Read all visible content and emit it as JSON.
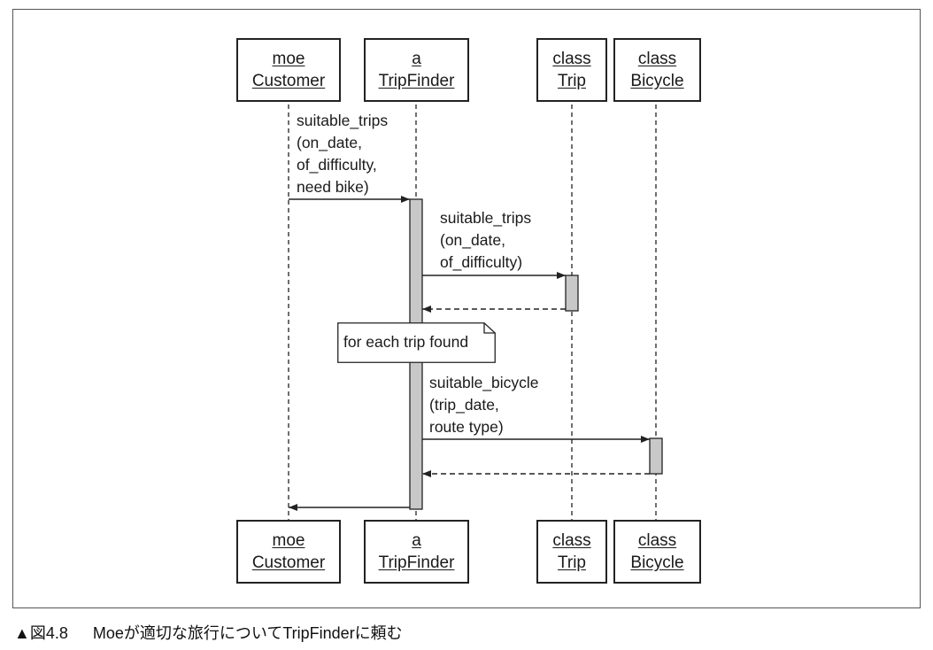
{
  "participants": [
    {
      "id": "customer",
      "line1": "moe",
      "line2": "Customer"
    },
    {
      "id": "tripfinder",
      "line1": "a",
      "line2": "TripFinder"
    },
    {
      "id": "trip",
      "line1": "class",
      "line2": "Trip"
    },
    {
      "id": "bicycle",
      "line1": "class",
      "line2": "Bicycle"
    }
  ],
  "messages": [
    {
      "from": "customer",
      "to": "tripfinder",
      "label": "suitable_trips\n(on_date,\nof_difficulty,\nneed bike)"
    },
    {
      "from": "tripfinder",
      "to": "trip",
      "label": "suitable_trips\n(on_date,\nof_difficulty)"
    },
    {
      "from": "trip",
      "to": "tripfinder",
      "label": "",
      "style": "dashed-return"
    },
    {
      "from": "tripfinder",
      "to": "bicycle",
      "label": "suitable_bicycle\n(trip_date,\nroute type)"
    },
    {
      "from": "bicycle",
      "to": "tripfinder",
      "label": "",
      "style": "dashed-return"
    },
    {
      "from": "tripfinder",
      "to": "customer",
      "label": "",
      "style": "solid-return"
    }
  ],
  "note": {
    "text": "for each trip found"
  },
  "caption": {
    "marker": "▲",
    "figure": "図4.8",
    "text": "Moeが適切な旅行についてTripFinderに頼む"
  },
  "colors": {
    "activation": "#c8c8c8",
    "line": "#222222"
  }
}
